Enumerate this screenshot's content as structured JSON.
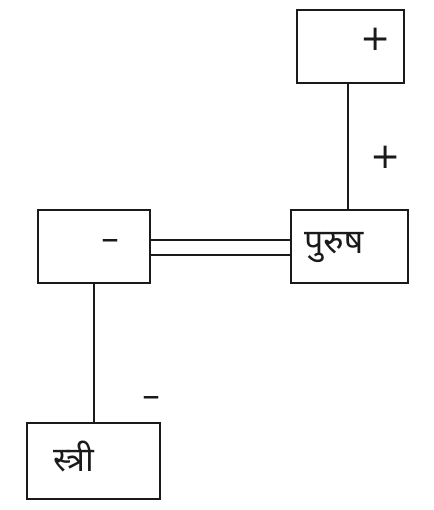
{
  "diagram": {
    "nodes": [
      {
        "id": "top_right",
        "sign": "+"
      },
      {
        "id": "left",
        "sign": "–"
      },
      {
        "id": "purush",
        "text": "पुरुष"
      },
      {
        "id": "stri",
        "text": "स्त्री"
      }
    ],
    "edge_labels": {
      "top_to_purush": "+",
      "left_to_stri": "–"
    },
    "colors": {
      "stroke": "#1a1a1a",
      "background": "#ffffff"
    }
  }
}
